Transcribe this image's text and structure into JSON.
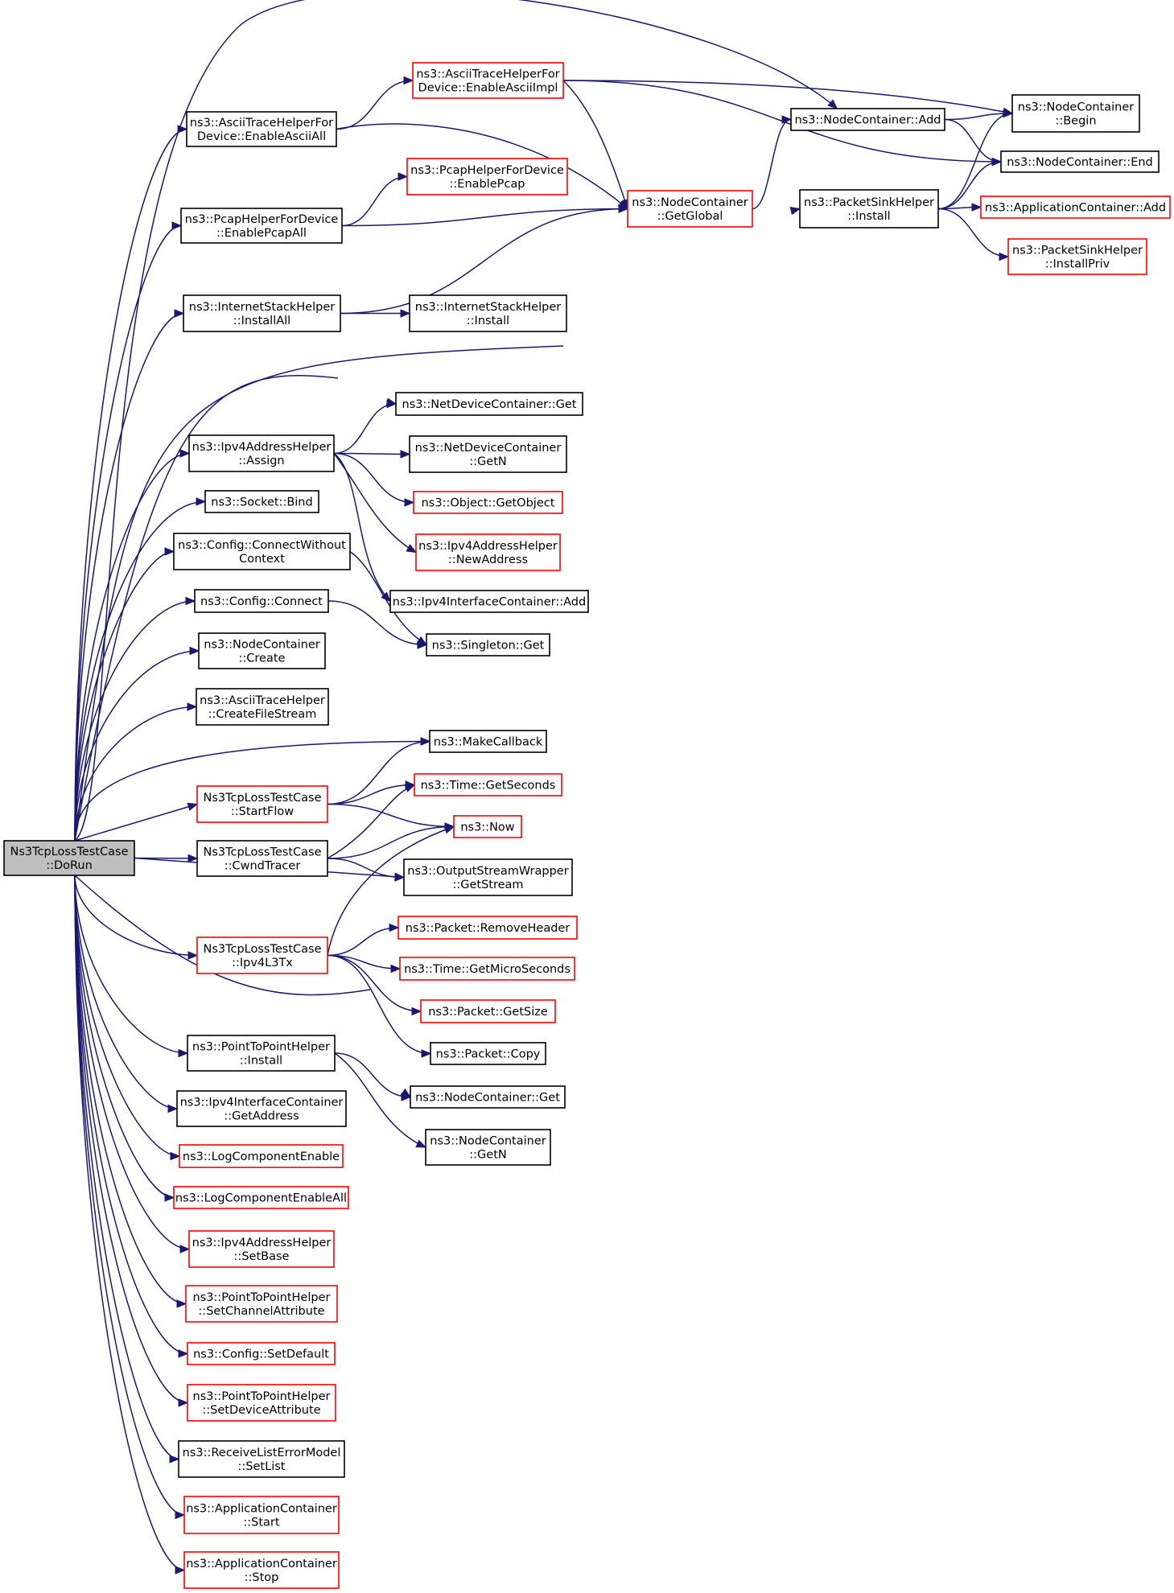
{
  "colors": {
    "edge": "#191970",
    "plain_border": "#000000",
    "undocumented_border": "#ff0000",
    "root_fill": "#bfbfbf",
    "node_fill": "#ffffff"
  },
  "nodes": {
    "root": {
      "lines": [
        "Ns3TcpLossTestCase",
        "::DoRun"
      ],
      "kind": "root"
    },
    "ascii_enable_all": {
      "lines": [
        "ns3::AsciiTraceHelperFor",
        "Device::EnableAsciiAll"
      ],
      "kind": "plain"
    },
    "ascii_enable_impl": {
      "lines": [
        "ns3::AsciiTraceHelperFor",
        "Device::EnableAsciiImpl"
      ],
      "kind": "red"
    },
    "nc_add": {
      "lines": [
        "ns3::NodeContainer::Add"
      ],
      "kind": "plain"
    },
    "nc_begin": {
      "lines": [
        "ns3::NodeContainer",
        "::Begin"
      ],
      "kind": "plain"
    },
    "nc_end": {
      "lines": [
        "ns3::NodeContainer::End"
      ],
      "kind": "plain"
    },
    "pcap_enable_pcap": {
      "lines": [
        "ns3::PcapHelperForDevice",
        "::EnablePcap"
      ],
      "kind": "red"
    },
    "pcap_enable_all": {
      "lines": [
        "ns3::PcapHelperForDevice",
        "::EnablePcapAll"
      ],
      "kind": "plain"
    },
    "nc_get_global": {
      "lines": [
        "ns3::NodeContainer",
        "::GetGlobal"
      ],
      "kind": "red"
    },
    "psh_install": {
      "lines": [
        "ns3::PacketSinkHelper",
        "::Install"
      ],
      "kind": "plain"
    },
    "app_add": {
      "lines": [
        "ns3::ApplicationContainer::Add"
      ],
      "kind": "red"
    },
    "psh_install_priv": {
      "lines": [
        "ns3::PacketSinkHelper",
        "::InstallPriv"
      ],
      "kind": "red"
    },
    "ish_install_all": {
      "lines": [
        "ns3::InternetStackHelper",
        "::InstallAll"
      ],
      "kind": "plain"
    },
    "ish_install": {
      "lines": [
        "ns3::InternetStackHelper",
        "::Install"
      ],
      "kind": "plain"
    },
    "ndc_get": {
      "lines": [
        "ns3::NetDeviceContainer::Get"
      ],
      "kind": "plain"
    },
    "ipv4ah_assign": {
      "lines": [
        "ns3::Ipv4AddressHelper",
        "::Assign"
      ],
      "kind": "plain"
    },
    "ndc_getn": {
      "lines": [
        "ns3::NetDeviceContainer",
        "::GetN"
      ],
      "kind": "plain"
    },
    "socket_bind": {
      "lines": [
        "ns3::Socket::Bind"
      ],
      "kind": "plain"
    },
    "object_getobject": {
      "lines": [
        "ns3::Object::GetObject"
      ],
      "kind": "red"
    },
    "config_cwc": {
      "lines": [
        "ns3::Config::ConnectWithout",
        "Context"
      ],
      "kind": "plain"
    },
    "ipv4ah_newaddress": {
      "lines": [
        "ns3::Ipv4AddressHelper",
        "::NewAddress"
      ],
      "kind": "red"
    },
    "ipv4ic_add": {
      "lines": [
        "ns3::Ipv4InterfaceContainer::Add"
      ],
      "kind": "plain"
    },
    "config_connect": {
      "lines": [
        "ns3::Config::Connect"
      ],
      "kind": "plain"
    },
    "singleton_get": {
      "lines": [
        "ns3::Singleton::Get"
      ],
      "kind": "plain"
    },
    "nc_create": {
      "lines": [
        "ns3::NodeContainer",
        "::Create"
      ],
      "kind": "plain"
    },
    "ath_cfs": {
      "lines": [
        "ns3::AsciiTraceHelper",
        "::CreateFileStream"
      ],
      "kind": "plain"
    },
    "make_callback": {
      "lines": [
        "ns3::MakeCallback"
      ],
      "kind": "plain"
    },
    "start_flow": {
      "lines": [
        "Ns3TcpLossTestCase",
        "::StartFlow"
      ],
      "kind": "red"
    },
    "time_getseconds": {
      "lines": [
        "ns3::Time::GetSeconds"
      ],
      "kind": "red"
    },
    "now": {
      "lines": [
        "ns3::Now"
      ],
      "kind": "red"
    },
    "cwnd_tracer": {
      "lines": [
        "Ns3TcpLossTestCase",
        "::CwndTracer"
      ],
      "kind": "plain"
    },
    "osw_getstream": {
      "lines": [
        "ns3::OutputStreamWrapper",
        "::GetStream"
      ],
      "kind": "plain"
    },
    "packet_removeheader": {
      "lines": [
        "ns3::Packet::RemoveHeader"
      ],
      "kind": "red"
    },
    "ipv4l3tx": {
      "lines": [
        "Ns3TcpLossTestCase",
        "::Ipv4L3Tx"
      ],
      "kind": "red"
    },
    "time_getmicro": {
      "lines": [
        "ns3::Time::GetMicroSeconds"
      ],
      "kind": "red"
    },
    "packet_getsize": {
      "lines": [
        "ns3::Packet::GetSize"
      ],
      "kind": "red"
    },
    "packet_copy": {
      "lines": [
        "ns3::Packet::Copy"
      ],
      "kind": "plain"
    },
    "ptp_install": {
      "lines": [
        "ns3::PointToPointHelper",
        "::Install"
      ],
      "kind": "plain"
    },
    "nc_get": {
      "lines": [
        "ns3::NodeContainer::Get"
      ],
      "kind": "plain"
    },
    "ipv4ic_getaddress": {
      "lines": [
        "ns3::Ipv4InterfaceContainer",
        "::GetAddress"
      ],
      "kind": "plain"
    },
    "nc_getn": {
      "lines": [
        "ns3::NodeContainer",
        "::GetN"
      ],
      "kind": "plain"
    },
    "log_enable": {
      "lines": [
        "ns3::LogComponentEnable"
      ],
      "kind": "red"
    },
    "log_enable_all": {
      "lines": [
        "ns3::LogComponentEnableAll"
      ],
      "kind": "red"
    },
    "ipv4ah_setbase": {
      "lines": [
        "ns3::Ipv4AddressHelper",
        "::SetBase"
      ],
      "kind": "red"
    },
    "ptp_setchannelattr": {
      "lines": [
        "ns3::PointToPointHelper",
        "::SetChannelAttribute"
      ],
      "kind": "red"
    },
    "config_setdefault": {
      "lines": [
        "ns3::Config::SetDefault"
      ],
      "kind": "red"
    },
    "ptp_setdeviceattr": {
      "lines": [
        "ns3::PointToPointHelper",
        "::SetDeviceAttribute"
      ],
      "kind": "red"
    },
    "rlem_setlist": {
      "lines": [
        "ns3::ReceiveListErrorModel",
        "::SetList"
      ],
      "kind": "plain"
    },
    "app_start": {
      "lines": [
        "ns3::ApplicationContainer",
        "::Start"
      ],
      "kind": "red"
    },
    "app_stop": {
      "lines": [
        "ns3::ApplicationContainer",
        "::Stop"
      ],
      "kind": "red"
    }
  },
  "edges": [
    [
      "root",
      "nc_add"
    ],
    [
      "root",
      "ascii_enable_all"
    ],
    [
      "root",
      "pcap_enable_all"
    ],
    [
      "root",
      "ish_install_all"
    ],
    [
      "root",
      "psh_install"
    ],
    [
      "root",
      "ndc_get"
    ],
    [
      "root",
      "ipv4ah_assign"
    ],
    [
      "root",
      "socket_bind"
    ],
    [
      "root",
      "config_cwc"
    ],
    [
      "root",
      "config_connect"
    ],
    [
      "root",
      "nc_create"
    ],
    [
      "root",
      "ath_cfs"
    ],
    [
      "root",
      "make_callback"
    ],
    [
      "root",
      "start_flow"
    ],
    [
      "root",
      "cwnd_tracer"
    ],
    [
      "root",
      "osw_getstream"
    ],
    [
      "root",
      "ipv4l3tx"
    ],
    [
      "root",
      "nc_get"
    ],
    [
      "root",
      "ptp_install"
    ],
    [
      "root",
      "ipv4ic_getaddress"
    ],
    [
      "root",
      "log_enable"
    ],
    [
      "root",
      "log_enable_all"
    ],
    [
      "root",
      "ipv4ah_setbase"
    ],
    [
      "root",
      "ptp_setchannelattr"
    ],
    [
      "root",
      "config_setdefault"
    ],
    [
      "root",
      "ptp_setdeviceattr"
    ],
    [
      "root",
      "rlem_setlist"
    ],
    [
      "root",
      "app_start"
    ],
    [
      "root",
      "app_stop"
    ],
    [
      "ascii_enable_all",
      "ascii_enable_impl"
    ],
    [
      "ascii_enable_all",
      "nc_get_global"
    ],
    [
      "ascii_enable_impl",
      "nc_begin"
    ],
    [
      "ascii_enable_impl",
      "nc_end"
    ],
    [
      "ascii_enable_impl",
      "nc_get_global"
    ],
    [
      "nc_add",
      "nc_begin"
    ],
    [
      "nc_add",
      "nc_end"
    ],
    [
      "nc_get_global",
      "nc_add"
    ],
    [
      "pcap_enable_all",
      "pcap_enable_pcap"
    ],
    [
      "pcap_enable_all",
      "nc_get_global"
    ],
    [
      "psh_install",
      "nc_begin"
    ],
    [
      "psh_install",
      "nc_end"
    ],
    [
      "psh_install",
      "app_add"
    ],
    [
      "psh_install",
      "psh_install_priv"
    ],
    [
      "ish_install_all",
      "nc_get_global"
    ],
    [
      "ish_install_all",
      "ish_install"
    ],
    [
      "ipv4ah_assign",
      "ndc_get"
    ],
    [
      "ipv4ah_assign",
      "ndc_getn"
    ],
    [
      "ipv4ah_assign",
      "object_getobject"
    ],
    [
      "ipv4ah_assign",
      "ipv4ah_newaddress"
    ],
    [
      "ipv4ah_assign",
      "ipv4ic_add"
    ],
    [
      "config_cwc",
      "singleton_get"
    ],
    [
      "config_connect",
      "singleton_get"
    ],
    [
      "start_flow",
      "make_callback"
    ],
    [
      "start_flow",
      "time_getseconds"
    ],
    [
      "start_flow",
      "now"
    ],
    [
      "cwnd_tracer",
      "time_getseconds"
    ],
    [
      "cwnd_tracer",
      "now"
    ],
    [
      "cwnd_tracer",
      "osw_getstream"
    ],
    [
      "ipv4l3tx",
      "now"
    ],
    [
      "ipv4l3tx",
      "packet_removeheader"
    ],
    [
      "ipv4l3tx",
      "time_getmicro"
    ],
    [
      "ipv4l3tx",
      "packet_getsize"
    ],
    [
      "ipv4l3tx",
      "packet_copy"
    ],
    [
      "ptp_install",
      "nc_get"
    ],
    [
      "ptp_install",
      "nc_getn"
    ]
  ]
}
